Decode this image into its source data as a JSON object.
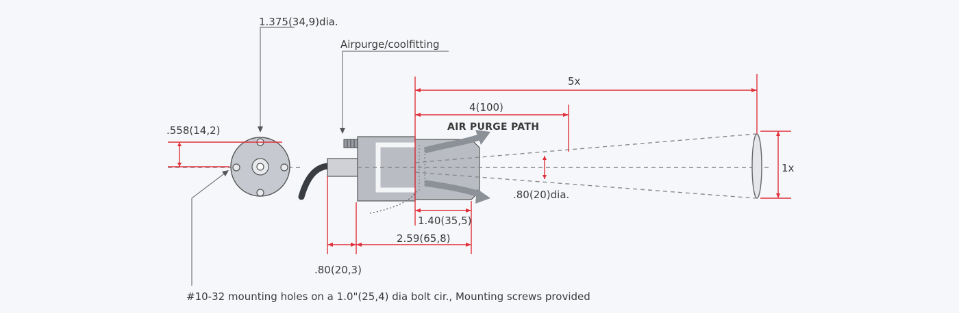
{
  "dimensions": {
    "head_dia": "1.375(34,9)dia.",
    "fitting": "Airpurge/coolfitting",
    "distance_5x": "5x",
    "distance_4": "4(100)",
    "air_purge_path": "AIR PURGE PATH",
    "offset": ".558(14,2)",
    "spot_1x": "1x",
    "spot_dia": ".80(20)dia.",
    "len_140": "1.40(35,5)",
    "len_259": "2.59(65,8)",
    "len_080": ".80(20,3)",
    "mounting_note": "#10-32 mounting holes on a 1.0\"(25,4) dia bolt cir., Mounting screws provided"
  },
  "colors": {
    "dimension_line": "#e0303a",
    "body_fill": "#b9bcc3",
    "arrow_fill": "#8c9097",
    "background": "#f6f7fa"
  }
}
